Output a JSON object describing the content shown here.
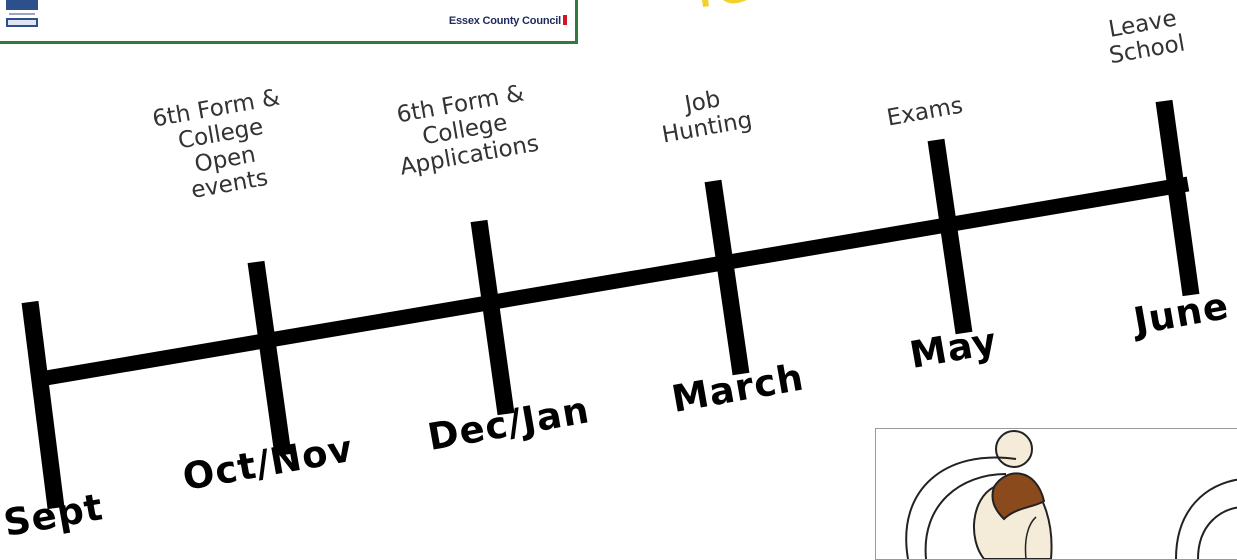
{
  "banner": {
    "council_name": "Essex County Council"
  },
  "title_fragment": "Year",
  "events": [
    {
      "id": "open-events",
      "text": "6th Form &\nCollege\nOpen\nevents"
    },
    {
      "id": "applications",
      "text": "6th Form &\nCollege\nApplications"
    },
    {
      "id": "job-hunting",
      "text": "Job\nHunting"
    },
    {
      "id": "exams",
      "text": "Exams"
    },
    {
      "id": "leave-school",
      "text": "Leave\nSchool"
    }
  ],
  "months": [
    "Sept",
    "Oct/Nov",
    "Dec/Jan",
    "March",
    "May",
    "June"
  ],
  "colors": {
    "line": "#000000",
    "banner_border": "#2f7a3c",
    "title": "#f2d22a",
    "council_mark": "#d4142a"
  }
}
